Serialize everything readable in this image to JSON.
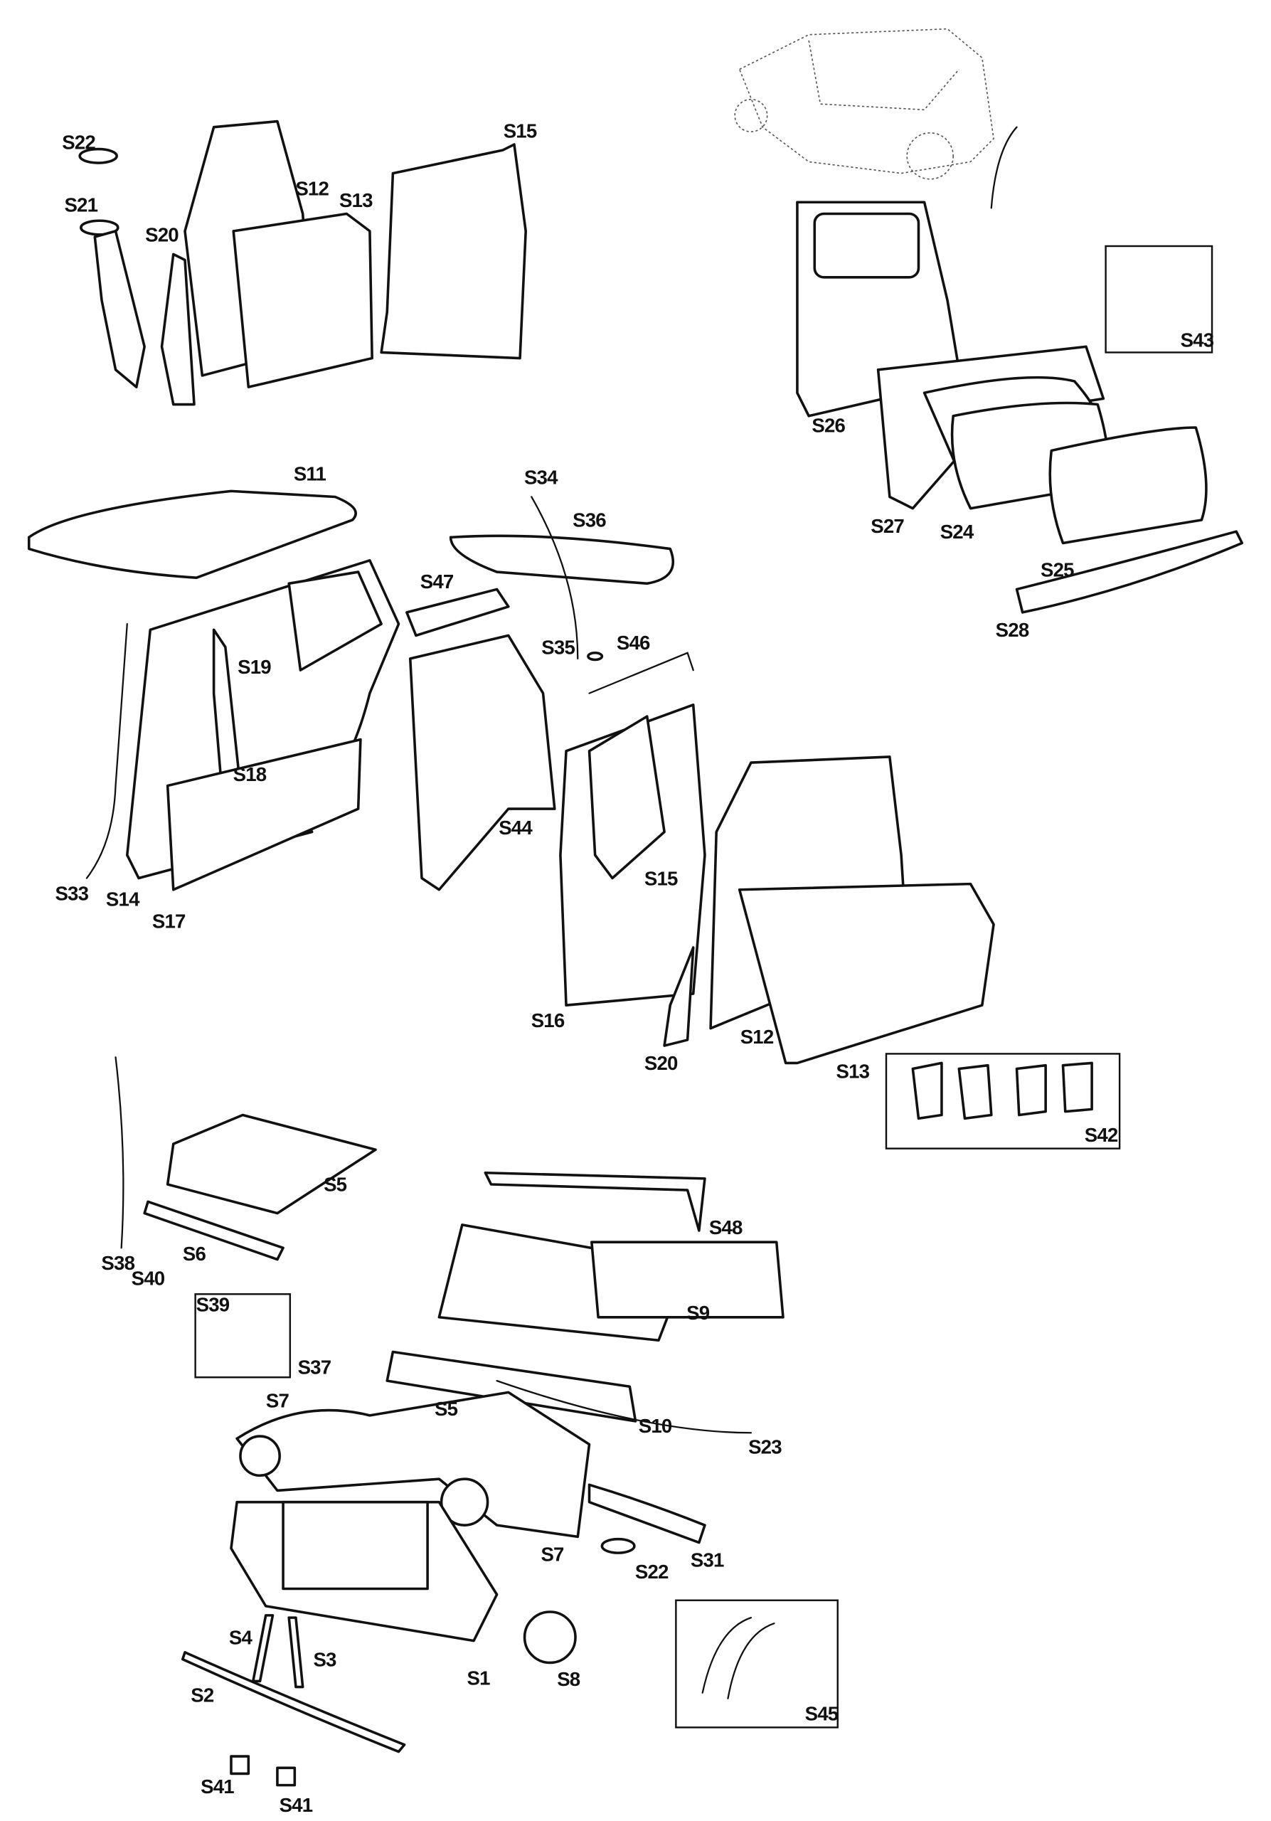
{
  "diagram": {
    "type": "exploded parts diagram",
    "labels": [
      "S22",
      "S21",
      "S20",
      "S12",
      "S13",
      "S15",
      "S11",
      "S34",
      "S36",
      "S47",
      "S19",
      "S35",
      "S46",
      "S18",
      "S44",
      "S33",
      "S14",
      "S17",
      "S15",
      "S16",
      "S20",
      "S12",
      "S13",
      "S42",
      "S26",
      "S27",
      "S24",
      "S25",
      "S28",
      "S43",
      "S5",
      "S6",
      "S38",
      "S40",
      "S39",
      "S37",
      "S48",
      "S9",
      "S7",
      "S5",
      "S10",
      "S23",
      "S31",
      "S22",
      "S7",
      "S4",
      "S3",
      "S1",
      "S8",
      "S45",
      "S2",
      "S41",
      "S41"
    ]
  }
}
